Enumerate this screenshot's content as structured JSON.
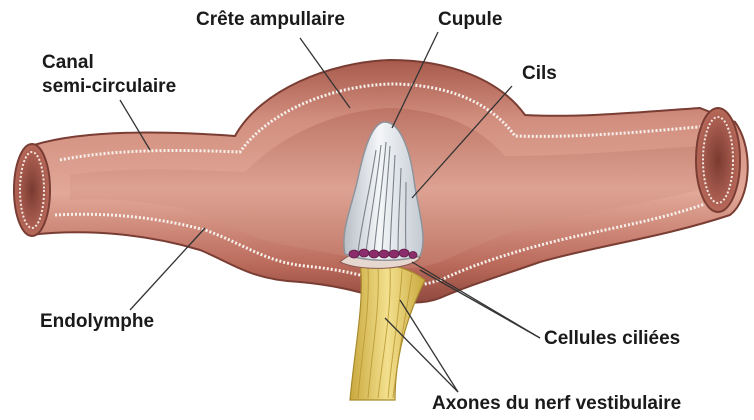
{
  "labels": {
    "crete": "Crête ampullaire",
    "cupule": "Cupule",
    "cils": "Cils",
    "canal_line1": "Canal",
    "canal_line2": "semi-circulaire",
    "endolymphe": "Endolymphe",
    "cellules": "Cellules ciliées",
    "axones": "Axones du nerf vestibulaire"
  },
  "colors": {
    "canal_fill": "#c88272",
    "canal_dark": "#8f4a3e",
    "canal_light": "#e7b7a8",
    "membrane": "#f3ece6",
    "cupule": "#e9ecef",
    "hair_cells": "#8a2d6a",
    "nerve": "#e8cf6a",
    "leader": "#333333"
  }
}
